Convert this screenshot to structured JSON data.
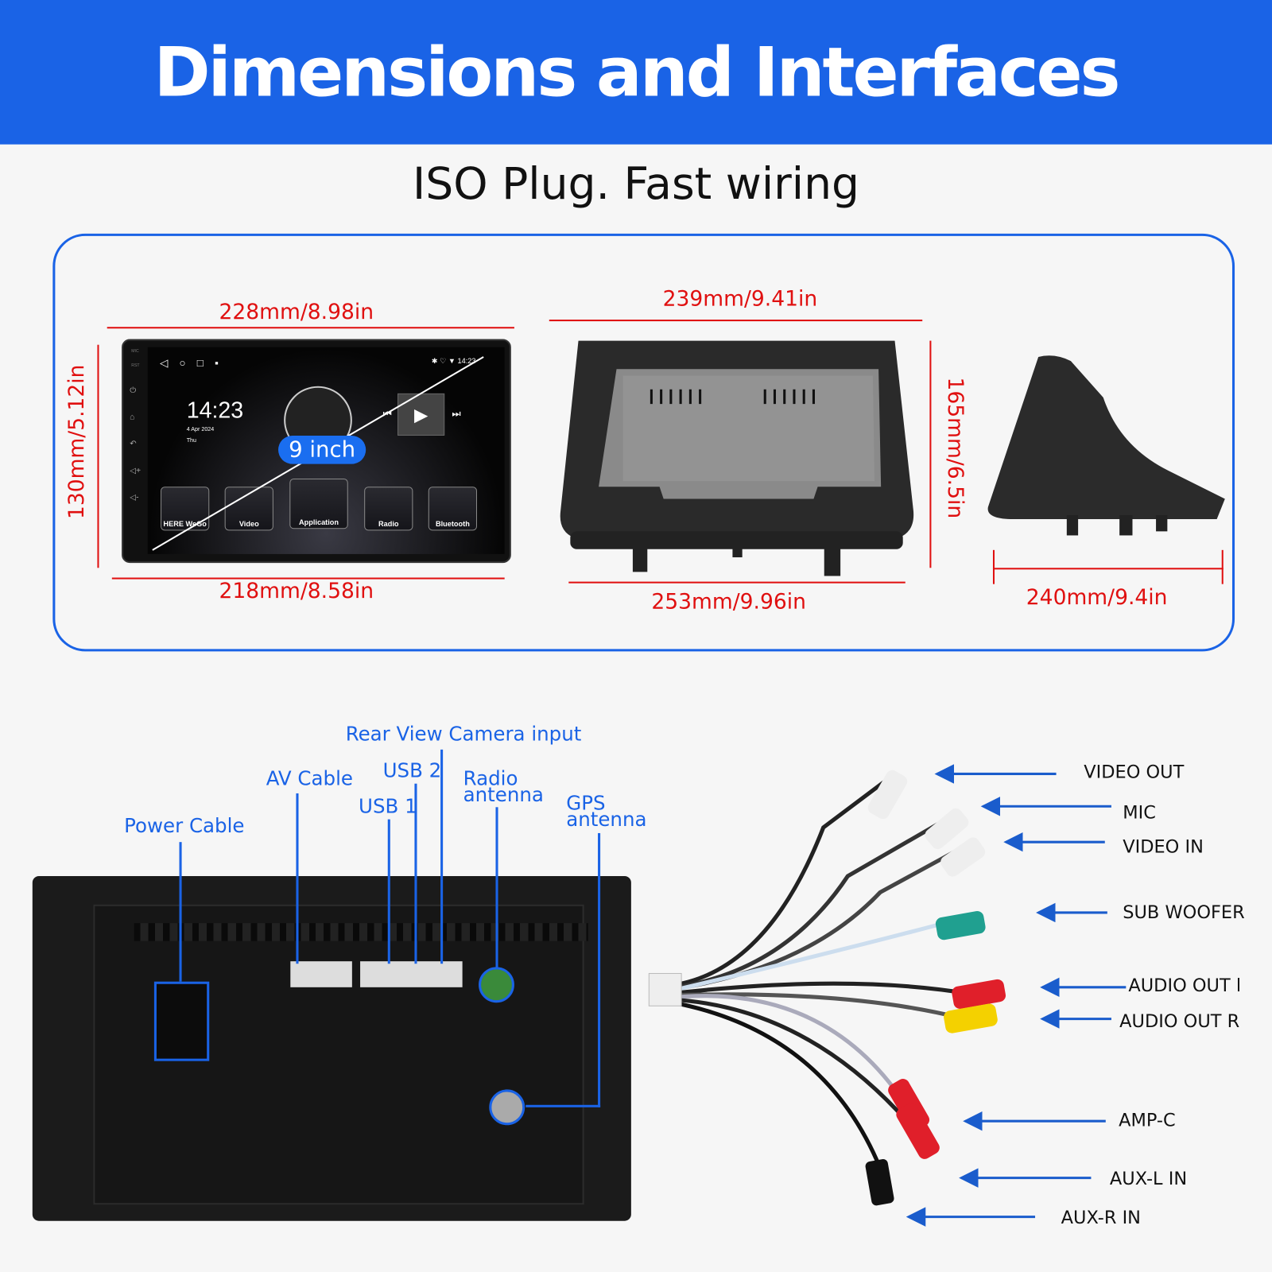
{
  "header": {
    "title": "Dimensions and Interfaces"
  },
  "subtitle": "ISO Plug. Fast wiring",
  "dimensions": {
    "unit_top_width": "228mm/8.98in",
    "unit_height": "130mm/5.12in",
    "unit_bottom_width": "218mm/8.58in",
    "frame_top_width": "239mm/9.41in",
    "frame_height": "165mm/6.5in",
    "frame_bottom_width": "253mm/9.96in",
    "frame_depth": "240mm/9.4in"
  },
  "screen": {
    "size_badge": "9 inch",
    "time": "14:23",
    "date": "4 Apr  2024",
    "day": "Thu",
    "status_time": "14:23",
    "side_labels": [
      "MIC",
      "RST"
    ],
    "apps": [
      "HERE WeGo",
      "Video",
      "Application",
      "Radio",
      "Bluetooth"
    ]
  },
  "interfaces": {
    "power_cable": "Power Cable",
    "av_cable": "AV Cable",
    "usb1": "USB 1",
    "usb2": "USB 2",
    "rear_camera": "Rear View Camera input",
    "radio_antenna": [
      "Radio",
      "antenna"
    ],
    "gps_antenna": [
      "GPS",
      "antenna"
    ]
  },
  "harness": [
    "VIDEO OUT",
    "MIC",
    "VIDEO IN",
    "SUB WOOFER",
    "AUDIO OUT l",
    "AUDIO OUT R",
    "AMP-C",
    "AUX-L IN",
    "AUX-R IN"
  ],
  "colors": {
    "brand": "#1a63e6",
    "dimension": "#e01010"
  }
}
